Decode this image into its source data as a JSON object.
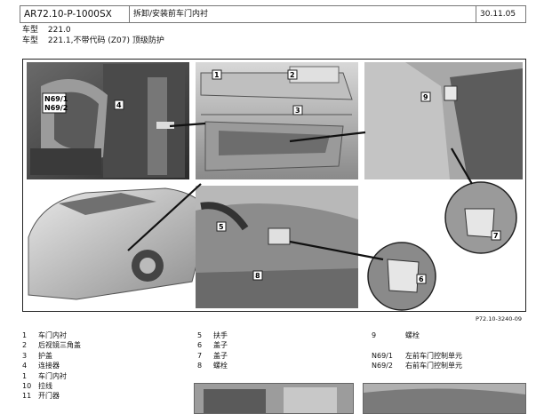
{
  "header": {
    "doc_code": "AR72.10-P-1000SX",
    "title": "拆卸/安装前车门内衬",
    "date": "30.11.05"
  },
  "meta": [
    {
      "key": "车型",
      "value": "221.0"
    },
    {
      "key": "车型",
      "value": "221.1,不带代码 (Z07) 顶级防护"
    }
  ],
  "figure": {
    "code": "P72.10-3240-09",
    "callouts": [
      "1",
      "2",
      "3",
      "4",
      "N69/1",
      "N69/2",
      "5",
      "8",
      "6",
      "7",
      "9"
    ]
  },
  "legend": {
    "col1": [
      {
        "n": "1",
        "t": "车门内衬"
      },
      {
        "n": "2",
        "t": "后视镜三角盖"
      },
      {
        "n": "3",
        "t": "护盖"
      },
      {
        "n": "4",
        "t": "连接器"
      },
      {
        "n": "1",
        "t": "车门内衬"
      },
      {
        "n": "10",
        "t": "拉线"
      },
      {
        "n": "11",
        "t": "开门器"
      }
    ],
    "col2": [
      {
        "n": "5",
        "t": "扶手"
      },
      {
        "n": "6",
        "t": "盖子"
      },
      {
        "n": "7",
        "t": "盖子"
      },
      {
        "n": "8",
        "t": "螺栓"
      }
    ],
    "col3": [
      {
        "n": "9",
        "t": "螺栓"
      },
      {
        "n": "",
        "t": ""
      },
      {
        "n": "N69/1",
        "t": "左前车门控制单元"
      },
      {
        "n": "N69/2",
        "t": "右前车门控制单元"
      }
    ]
  }
}
